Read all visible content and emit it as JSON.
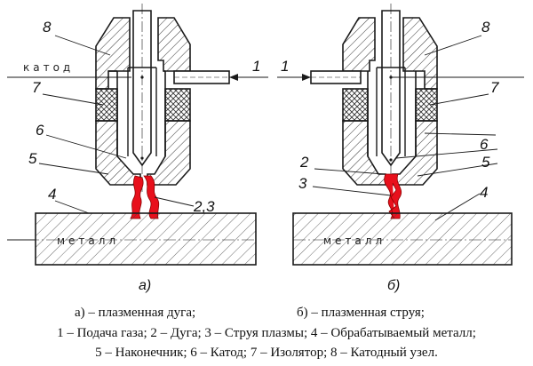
{
  "labels": {
    "cathode": "катод",
    "metal": "металл",
    "sub_a": "а)",
    "sub_b": "б)",
    "left_numbers": {
      "n8": "8",
      "n1": "1",
      "n7": "7",
      "n6": "6",
      "n5": "5",
      "n23": "2,3",
      "n4": "4"
    },
    "right_numbers": {
      "n8": "8",
      "n1": "1",
      "n7": "7",
      "n6": "6",
      "n2": "2",
      "n5": "5",
      "n3": "3",
      "n4": "4"
    }
  },
  "caption": {
    "line1_left": "а) – плазменная дуга;",
    "line1_right": "б) – плазменная струя;",
    "line2": "1 – Подача газа; 2 – Дуга; 3 – Струя плазмы; 4 – Обрабатываемый металл;",
    "line3": "5 – Наконечник; 6 – Катод; 7 – Изолятор; 8 – Катодный узел."
  },
  "colors": {
    "arc": "#e8101c",
    "line": "#1a1a1a",
    "hatch": "#333333"
  }
}
